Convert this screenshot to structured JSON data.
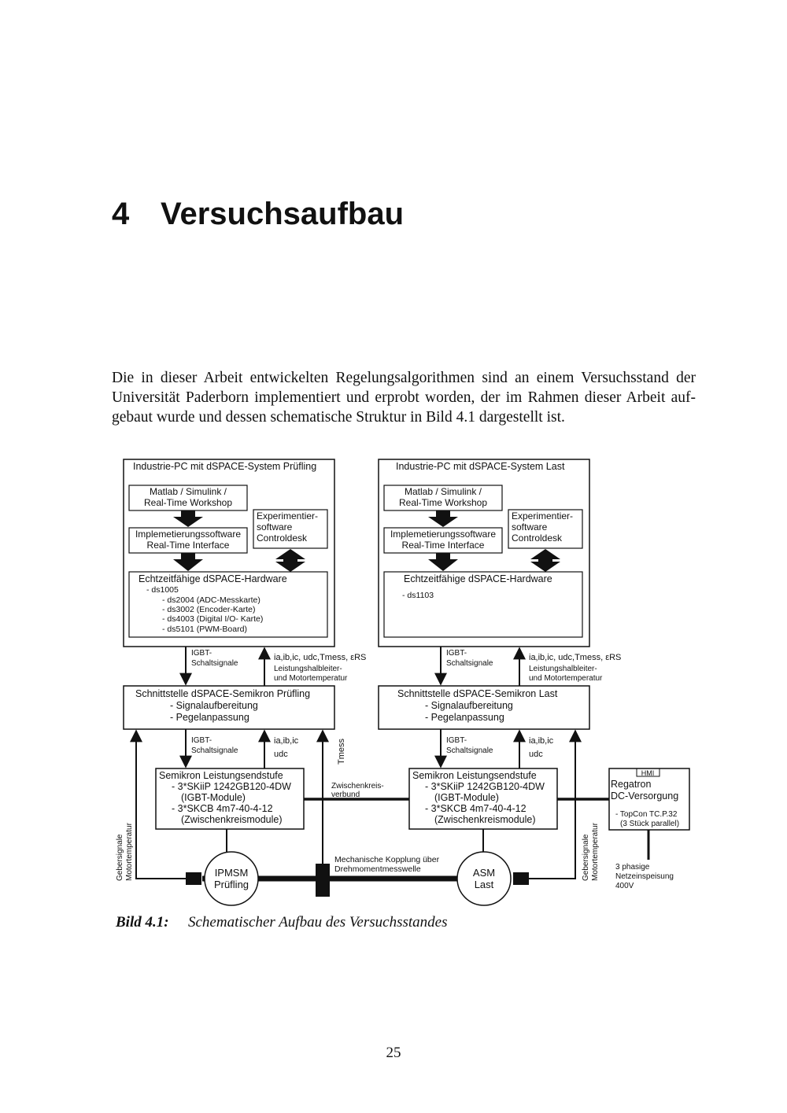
{
  "chapter": {
    "number": "4",
    "title": "Versuchsaufbau"
  },
  "intro": [
    "Die in dieser Arbeit entwickelten Regelungsalgorithmen sind an einem Versuchsstand der",
    "Universität Paderborn implementiert und erprobt worden, der im Rahmen dieser Arbeit auf-",
    "gebaut wurde und dessen schematische Struktur in Bild 4.1 dargestellt ist."
  ],
  "diagram": {
    "left": {
      "pc_title": "Industrie-PC mit dSPACE-System Prüfling",
      "matlab": [
        "Matlab / Simulink /",
        "Real-Time Workshop"
      ],
      "impl": [
        "Implemetierungssoftware",
        "Real-Time Interface"
      ],
      "exp": [
        "Experimentier-",
        "software",
        "Controldesk"
      ],
      "hw_title": "Echtzeitfähige dSPACE-Hardware",
      "hw_items": [
        "- ds1005",
        "- ds2004 (ADC-Messkarte)",
        "- ds3002 (Encoder-Karte)",
        "- ds4003 (Digital I/O- Karte)",
        "- ds5101 (PWM-Board)"
      ],
      "iface": [
        "Schnittstelle dSPACE-Semikron Prüfling",
        "- Signalaufbereitung",
        "- Pegelanpassung"
      ],
      "stage": [
        "Semikron Leistungsendstufe",
        "- 3*SKiiP 1242GB120-4DW",
        "(IGBT-Module)",
        "- 3*SKCB 4m7-40-4-12",
        "(Zwischenkreismodule)"
      ],
      "motor": [
        "IPMSM",
        "Prüfling"
      ]
    },
    "right": {
      "pc_title": "Industrie-PC mit dSPACE-System Last",
      "matlab": [
        "Matlab / Simulink /",
        "Real-Time Workshop"
      ],
      "impl": [
        "Implemetierungssoftware",
        "Real-Time Interface"
      ],
      "exp": [
        "Experimentier-",
        "software",
        "Controldesk"
      ],
      "hw_title": "Echtzeitfähige dSPACE-Hardware",
      "hw_items": [
        "- ds1103"
      ],
      "iface": [
        "Schnittstelle dSPACE-Semikron Last",
        "- Signalaufbereitung",
        "- Pegelanpassung"
      ],
      "stage": [
        "Semikron Leistungsendstufe",
        "- 3*SKiiP 1242GB120-4DW",
        "(IGBT-Module)",
        "- 3*SKCB 4m7-40-4-12",
        "(Zwischenkreismodule)"
      ],
      "motor": [
        "ASM",
        "Last"
      ]
    },
    "igbt_signals": [
      "IGBT-",
      "Schaltsignale"
    ],
    "meas_main": "ia,ib,ic, udc,Tmess, εRS",
    "meas_sub": [
      "Leistungshalbleiter-",
      "und Motortemperatur"
    ],
    "currents": "ia,ib,ic",
    "udc": "udc",
    "tmess": "Tmess",
    "dc_link": [
      "Zwischenkreis-",
      "verbund"
    ],
    "encoder": [
      "Gebersignale",
      "Motortemperatur"
    ],
    "coupling": [
      "Mechanische Kopplung über",
      "Drehmomentmesswelle"
    ],
    "regatron": {
      "hmi": "HMI",
      "title": [
        "Regatron",
        "DC-Versorgung"
      ],
      "items": [
        "- TopCon TC.P.32",
        "(3 Stück parallel)"
      ]
    },
    "grid": [
      "3 phasige",
      "Netzeinspeisung",
      "400V"
    ]
  },
  "caption": {
    "label": "Bild 4.1:",
    "text": "Schematischer Aufbau des Versuchsstandes"
  },
  "page_number": "25"
}
